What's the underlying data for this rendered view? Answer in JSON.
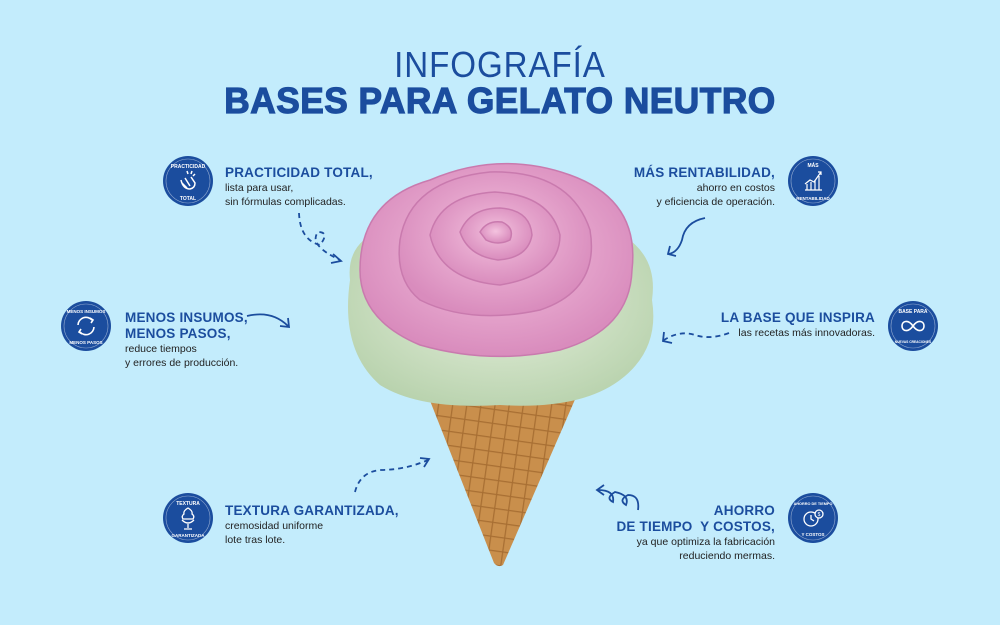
{
  "title": {
    "line1": "INFOGRAFÍA",
    "line2": "BASES PARA GELATO NEUTRO"
  },
  "colors": {
    "background": "#c3ecfc",
    "brand_blue": "#1b4d9e",
    "pink": "#e7a8cf",
    "mint": "#cfe3c8",
    "cone": "#c9924f"
  },
  "features": [
    {
      "heading": "PRACTICIDAD TOTAL,",
      "lines": [
        "lista para usar,",
        "sin fórmulas complicadas."
      ],
      "badge": {
        "top": "PRACTICIDAD",
        "bottom": "TOTAL",
        "icon": "snap-hand-icon"
      }
    },
    {
      "heading": "MENOS INSUMOS,",
      "heading2": "MENOS PASOS,",
      "lines": [
        "reduce tiempos",
        "y errores de producción."
      ],
      "badge": {
        "top": "MENOS INSUMOS",
        "bottom": "MENOS PASOS",
        "icon": "cycle-arrows-icon"
      }
    },
    {
      "heading": "TEXTURA GARANTIZADA,",
      "lines": [
        "cremosidad uniforme",
        "lote tras lote."
      ],
      "badge": {
        "top": "TEXTURA",
        "bottom": "GARANTIZADA",
        "icon": "soft-serve-icon"
      }
    },
    {
      "heading": "MÁS RENTABILIDAD,",
      "lines": [
        "ahorro en costos",
        "y eficiencia de operación."
      ],
      "badge": {
        "top": "MÁS",
        "bottom": "RENTABILIDAD",
        "icon": "growth-chart-icon"
      }
    },
    {
      "heading": "LA BASE QUE INSPIRA",
      "lines": [
        "las recetas más innovadoras."
      ],
      "badge": {
        "top": "BASE PARA",
        "bottom": "NUEVAS CREACIONES",
        "icon": "infinity-icon"
      }
    },
    {
      "heading": "AHORRO",
      "heading2": "DE TIEMPO  Y COSTOS,",
      "lines": [
        "ya que optimiza la fabricación",
        "reduciendo mermas."
      ],
      "badge": {
        "top": "AHORRO DE TIEMPO",
        "bottom": "Y COSTOS",
        "icon": "clock-dollar-icon"
      }
    }
  ]
}
